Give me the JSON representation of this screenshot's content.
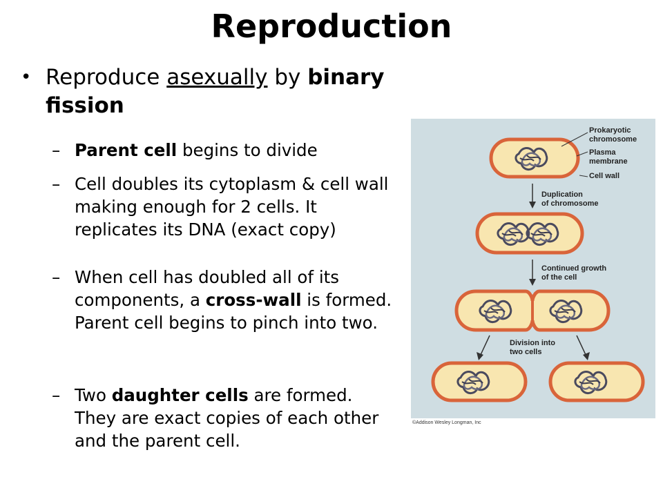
{
  "title": "Reproduction",
  "main_bullet": {
    "prefix": "Reproduce ",
    "underlined": "asexually",
    "middle": " by ",
    "bold": "binary fission"
  },
  "sub_bullets": [
    {
      "bold": "Parent cell",
      "after": " begins to divide"
    },
    {
      "text": "Cell doubles its cytoplasm & cell wall making enough for 2 cells. It replicates its DNA (exact copy)"
    },
    {
      "before": "When cell has doubled all of its components, a ",
      "bold": "cross-wall",
      "after": " is formed. Parent cell begins to pinch into two."
    },
    {
      "before": "Two ",
      "bold": "daughter cells",
      "after": " are formed. They are exact copies of each other and the parent cell."
    }
  ],
  "figure": {
    "labels": {
      "prokaryotic": "Prokaryotic",
      "chromosome": "chromosome",
      "plasma": "Plasma",
      "membrane": "membrane",
      "cell_wall": "Cell wall",
      "duplication": "Duplication",
      "of_chromosome": "of chromosome",
      "continued": "Continued growth",
      "of_cell": "of the cell",
      "division": "Division into",
      "two_cells": "two cells"
    },
    "credit": "©Addison Wesley Longman, Inc",
    "colors": {
      "background": "#cfdde2",
      "cell_fill": "#f8e6b0",
      "cell_stroke": "#d9643a",
      "chromosome": "#4a4a5e"
    }
  }
}
